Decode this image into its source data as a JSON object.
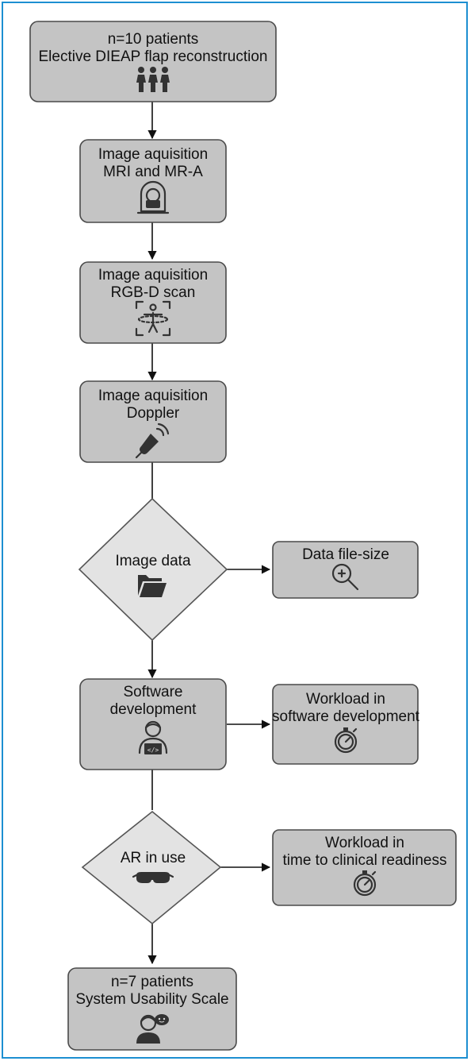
{
  "diagram": {
    "nodes": {
      "patients": {
        "lines": [
          "n=10 patients",
          "Elective DIEAP flap reconstruction"
        ],
        "icon": "people-icon"
      },
      "mri": {
        "lines": [
          "Image aquisition",
          "MRI and MR-A"
        ],
        "icon": "mri-scanner-icon"
      },
      "rgbd": {
        "lines": [
          "Image aquisition",
          "RGB-D scan"
        ],
        "icon": "body-scan-icon"
      },
      "doppler": {
        "lines": [
          "Image aquisition",
          "Doppler"
        ],
        "icon": "doppler-probe-icon"
      },
      "imagedata": {
        "lines": [
          "Image data"
        ],
        "icon": "folder-icon"
      },
      "filesize": {
        "lines": [
          "Data file-size"
        ],
        "icon": "magnifier-icon"
      },
      "software": {
        "lines": [
          "Software",
          "development"
        ],
        "icon": "developer-icon"
      },
      "workload_sw": {
        "lines": [
          "Workload in",
          "software development"
        ],
        "icon": "stopwatch-icon"
      },
      "ar": {
        "lines": [
          "AR in use"
        ],
        "icon": "ar-headset-icon"
      },
      "workload_ar": {
        "lines": [
          "Workload in",
          "time to clinical readiness"
        ],
        "icon": "stopwatch-icon"
      },
      "sus": {
        "lines": [
          "n=7 patients",
          "System Usability Scale"
        ],
        "icon": "user-feedback-icon"
      }
    },
    "colors": {
      "box_fill": "#c4c4c4",
      "diamond_fill": "#e3e3e3",
      "frame": "#1d8fd1"
    }
  }
}
